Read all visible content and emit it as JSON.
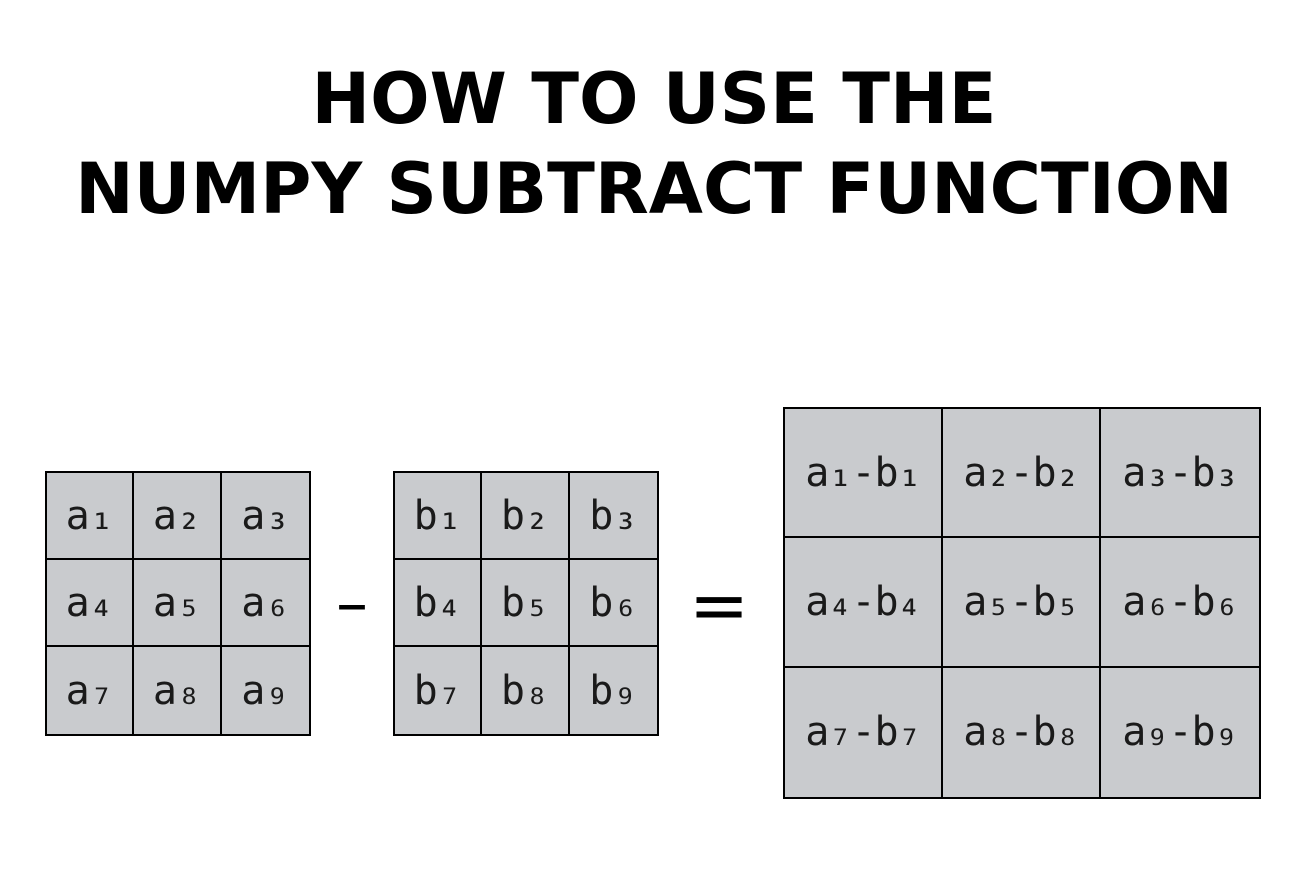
{
  "title": {
    "line1": "HOW TO USE THE",
    "line2": "NUMPY SUBTRACT FUNCTION"
  },
  "matrix_a": {
    "cells": [
      "a₁",
      "a₂",
      "a₃",
      "a₄",
      "a₅",
      "a₆",
      "a₇",
      "a₈",
      "a₉"
    ]
  },
  "operator_minus": "–",
  "matrix_b": {
    "cells": [
      "b₁",
      "b₂",
      "b₃",
      "b₄",
      "b₅",
      "b₆",
      "b₇",
      "b₈",
      "b₉"
    ]
  },
  "operator_equals": "=",
  "matrix_result": {
    "cells": [
      "a₁-b₁",
      "a₂-b₂",
      "a₃-b₃",
      "a₄-b₄",
      "a₅-b₅",
      "a₆-b₆",
      "a₇-b₇",
      "a₈-b₈",
      "a₉-b₉"
    ]
  },
  "colors": {
    "cell_fill": "#c9cbce",
    "border": "#000000",
    "text": "#1a1a1a"
  }
}
